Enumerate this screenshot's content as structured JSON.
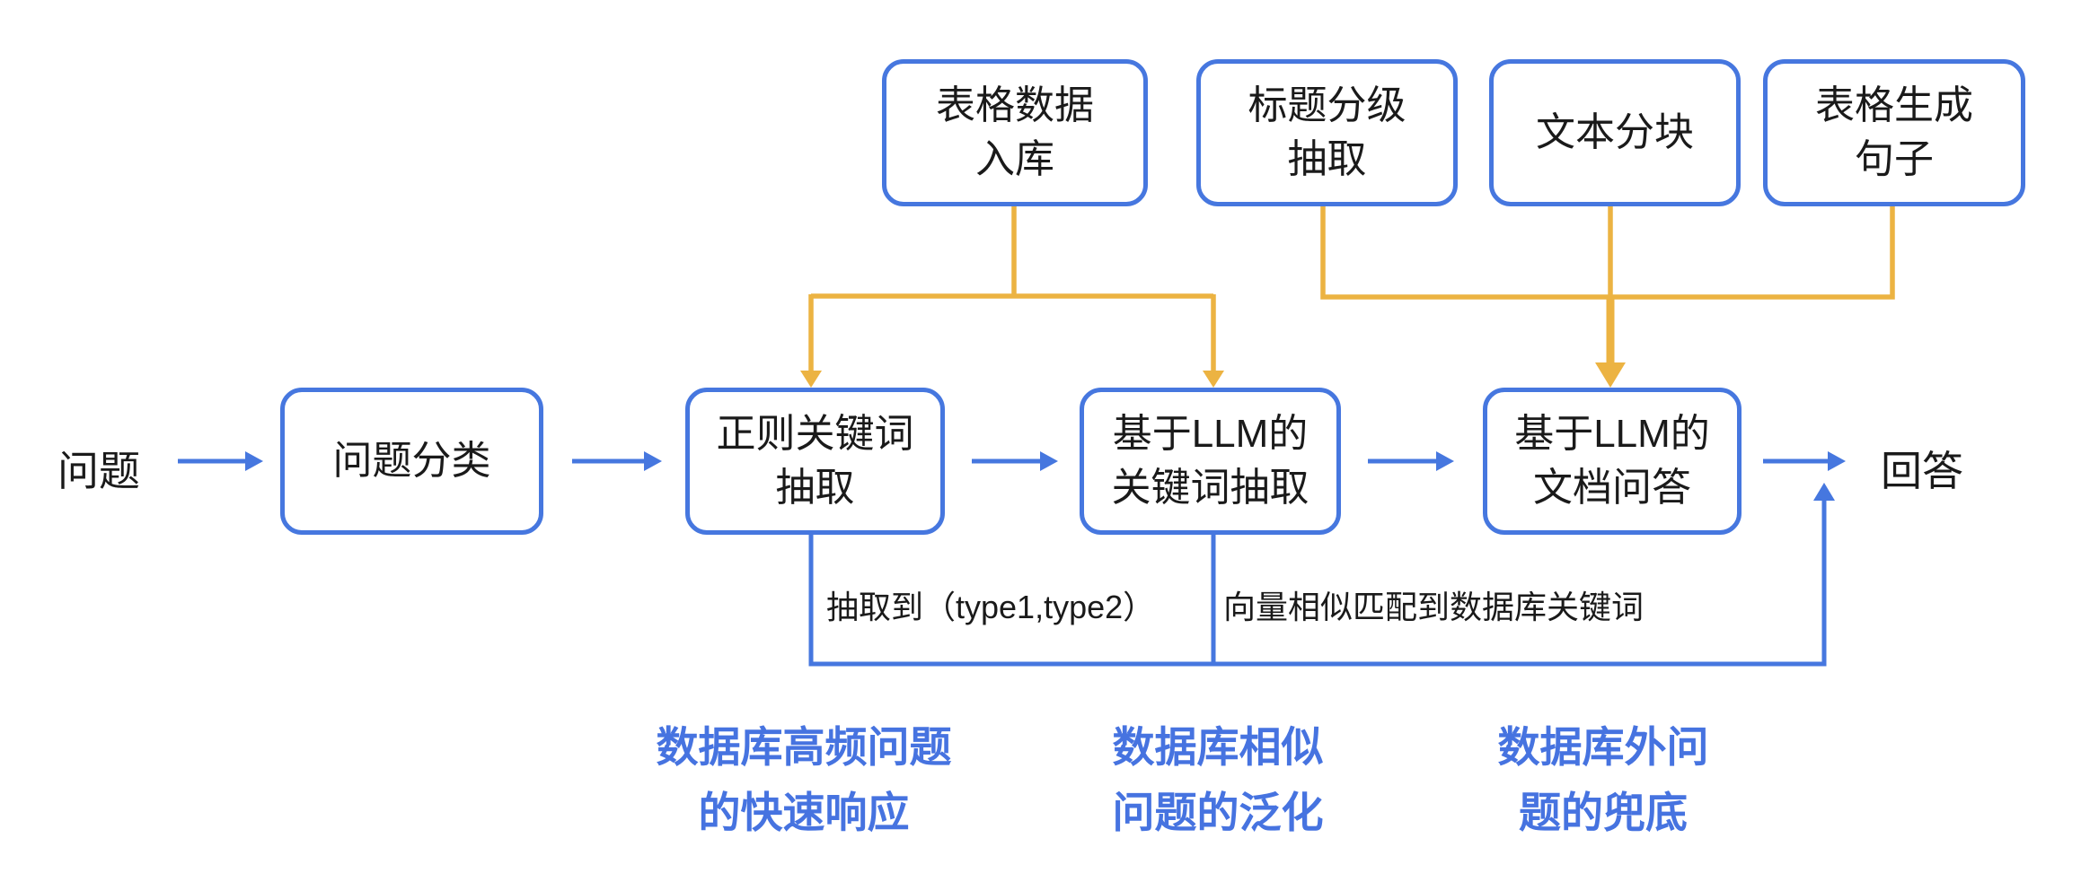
{
  "colors": {
    "blue": "#4677df",
    "yellow": "#ecb342",
    "label_blue": "#4673e0",
    "text": "#1a1a1a",
    "background": "#ffffff"
  },
  "top_nodes": [
    {
      "label": "表格数据\n入库"
    },
    {
      "label": "标题分级\n抽取"
    },
    {
      "label": "文本分块"
    },
    {
      "label": "表格生成\n句子"
    }
  ],
  "flow": {
    "input_label": "问题",
    "nodes": [
      {
        "label": "问题分类"
      },
      {
        "label": "正则关键词\n抽取"
      },
      {
        "label": "基于LLM的\n关键词抽取"
      },
      {
        "label": "基于LLM的\n文档问答"
      }
    ],
    "output_label": "回答"
  },
  "edge_annotations": [
    {
      "label": "抽取到（type1,type2）"
    },
    {
      "label": "向量相似匹配到数据库关键词"
    }
  ],
  "bottom_labels": [
    {
      "label": "数据库高频问题\n的快速响应"
    },
    {
      "label": "数据库相似\n问题的泛化"
    },
    {
      "label": "数据库外问\n题的兜底"
    }
  ]
}
